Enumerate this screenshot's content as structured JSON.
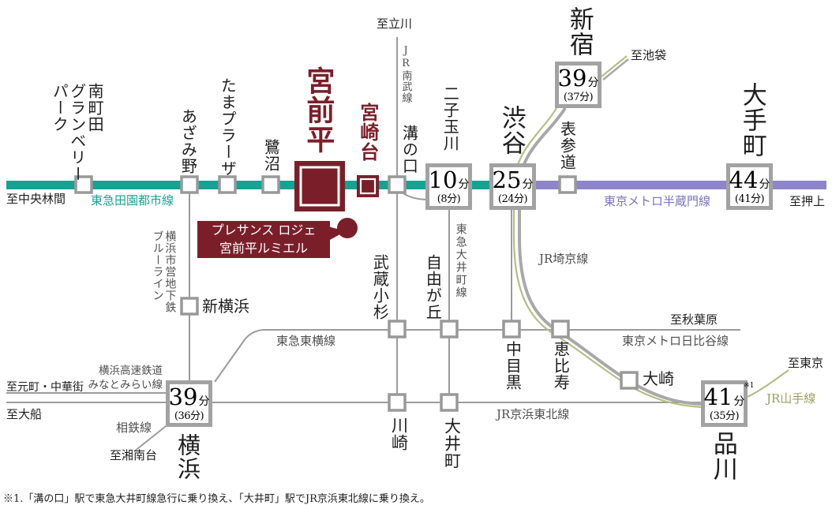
{
  "colors": {
    "maroon": "#7a1f2a",
    "teal_dentoshi": "#16a292",
    "purple_hanzomon": "#8d85c8",
    "olive_yamanote": "#b7bd83",
    "gray_line": "#9b9b9b"
  },
  "property": {
    "line1": "プレサンス ロジェ",
    "line2": "宮前平ルミエル"
  },
  "stations": {
    "minamimachida": "南町田\nグランベリー\nパーク",
    "azamino": "あざみ野",
    "tamaplaza": "たまプラーザ",
    "saginuma": "鷺沼",
    "miyamaedaira": "宮前平",
    "miyazakidai": "宮崎台",
    "mizonokuchi": "溝の口",
    "futakotamagawa": "二子玉川",
    "shibuya": "渋谷",
    "shinjuku": "新宿",
    "omotesando": "表参道",
    "otemachi": "大手町",
    "shinyokohama": "新横浜",
    "musashikosugi": "武蔵小杉",
    "jiyugaoka": "自由が丘",
    "nakameguro": "中目黒",
    "ebisu": "恵比寿",
    "osaki": "大崎",
    "kawasaki": "川崎",
    "oimachi": "大井町",
    "yokohama": "横浜",
    "shinagawa": "品川"
  },
  "lines": {
    "dentoshi": "東急田園都市線",
    "hanzomon": "東京メトロ半蔵門線",
    "nambu": "JR南武線",
    "oimachi_line": "東急大井町線",
    "toyoko": "東急東横線",
    "hibiya": "東京メトロ日比谷線",
    "saikyo": "JR埼京線",
    "yamanote": "JR山手線",
    "keihin_tohoku": "JR京浜東北線",
    "blue_line": "横浜市営地下鉄\nブルーライン",
    "minatomirai": "横浜高速鉄道\nみなとみらい線",
    "sotetsu": "相鉄線"
  },
  "directions": {
    "tachikawa": "至立川",
    "ikebukuro": "至池袋",
    "chuo_rinkan": "至中央林間",
    "oshiage": "至押上",
    "akihabara": "至秋葉原",
    "tokyo": "至東京",
    "motomachi_chukagai": "至元町・中華街",
    "ofuna": "至大船",
    "shonandai": "至湘南台"
  },
  "badges": {
    "futakotamagawa": {
      "main": "10",
      "unit": "分",
      "sub": "(8分)"
    },
    "shibuya": {
      "main": "25",
      "unit": "分",
      "sub": "(24分)"
    },
    "shinjuku": {
      "main": "39",
      "unit": "分",
      "sub": "(37分)"
    },
    "otemachi": {
      "main": "44",
      "unit": "分",
      "sub": "(41分)"
    },
    "yokohama": {
      "main": "39",
      "unit": "分",
      "sub": "(36分)"
    },
    "shinagawa": {
      "main": "41",
      "unit": "分",
      "sub": "(35分)",
      "note": "※1"
    }
  },
  "footnote": "※1.「溝の口」駅で東急大井町線急行に乗り換え、「大井町」駅でJR京浜東北線に乗り換え。"
}
